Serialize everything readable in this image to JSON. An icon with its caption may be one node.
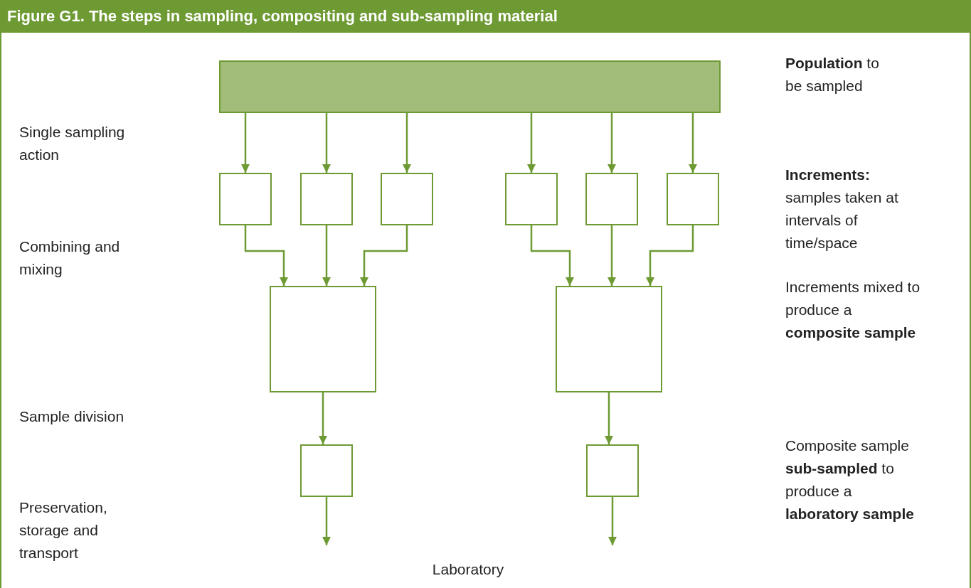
{
  "diagram": {
    "title": "Figure G1. The steps in sampling, compositing and sub-sampling material",
    "nodes": [
      {
        "text": [],
        "shape": "bar"
      },
      {
        "text": [],
        "shape": "box"
      },
      {
        "text": [],
        "shape": "box"
      },
      {
        "text": [],
        "shape": "box"
      },
      {
        "text": [],
        "shape": "box"
      },
      {
        "text": [],
        "shape": "box"
      },
      {
        "text": [],
        "shape": "box"
      },
      {
        "text": [],
        "shape": "box"
      },
      {
        "text": [],
        "shape": "box"
      },
      {
        "text": [],
        "shape": "box"
      },
      {
        "text": [],
        "shape": "box"
      }
    ],
    "edges": [
      {
        "from": 0,
        "to": 1,
        "arrow": "to"
      },
      {
        "from": 0,
        "to": 2,
        "arrow": "to"
      },
      {
        "from": 0,
        "to": 3,
        "arrow": "to"
      },
      {
        "from": 0,
        "to": 4,
        "arrow": "to"
      },
      {
        "from": 0,
        "to": 5,
        "arrow": "to"
      },
      {
        "from": 0,
        "to": 6,
        "arrow": "to"
      },
      {
        "from": 1,
        "to": 7,
        "arrow": "to"
      },
      {
        "from": 2,
        "to": 7,
        "arrow": "to"
      },
      {
        "from": 3,
        "to": 7,
        "arrow": "to"
      },
      {
        "from": 4,
        "to": 8,
        "arrow": "to"
      },
      {
        "from": 5,
        "to": 8,
        "arrow": "to"
      },
      {
        "from": 6,
        "to": 8,
        "arrow": "to"
      },
      {
        "from": 7,
        "to": 9,
        "arrow": "to"
      },
      {
        "from": 8,
        "to": 10,
        "arrow": "to"
      },
      {
        "from": 9,
        "to": null,
        "arrow": "to"
      },
      {
        "from": 10,
        "to": null,
        "arrow": "to"
      }
    ],
    "labels": [
      "**Population** to be sampled",
      "Single sampling action",
      "**Increments:** samples taken at intervals of time/space",
      "Combining and mixing",
      "Increments mixed to produce a **composite sample**",
      "Sample division",
      "Composite sample **sub-sampled** to produce a **laboratory sample**",
      "Preservation, storage and transport",
      "Laboratory"
    ]
  }
}
